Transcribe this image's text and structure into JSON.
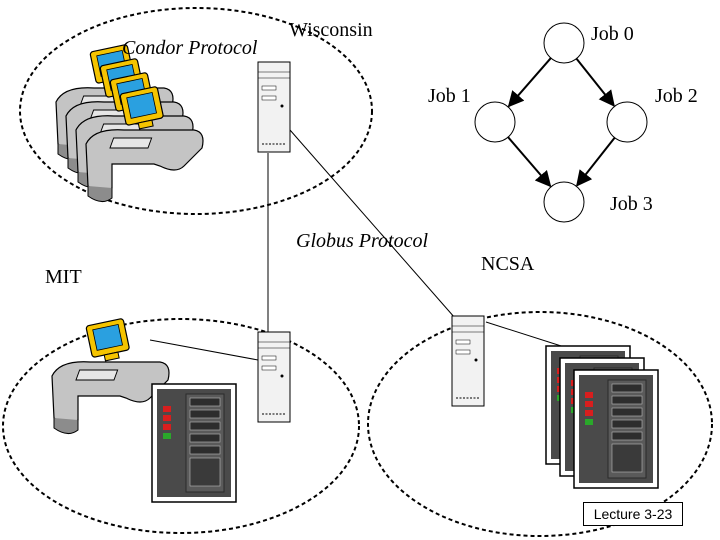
{
  "labels": {
    "wisconsin": "Wisconsin",
    "condor_protocol": "Condor Protocol",
    "globus_protocol": "Globus Protocol",
    "mit": "MIT",
    "ncsa": "NCSA",
    "lecture": "Lecture 3-23"
  },
  "dag": {
    "nodes": [
      "Job 0",
      "Job 1",
      "Job 2",
      "Job 3"
    ],
    "edges": [
      [
        "Job 0",
        "Job 1"
      ],
      [
        "Job 0",
        "Job 2"
      ],
      [
        "Job 1",
        "Job 3"
      ],
      [
        "Job 2",
        "Job 3"
      ]
    ]
  },
  "colors": {
    "monitor": "#f5c400",
    "screen": "#2aa0e0",
    "desk": "#bdbdbd",
    "server": "#f2f2f2",
    "rack": "#4a4a4a",
    "led_red": "#d81e1e",
    "led_green": "#2aa82a"
  },
  "icons": {
    "workstation": "workstation-icon",
    "server_tower": "server-tower-icon",
    "rack": "server-rack-icon"
  }
}
